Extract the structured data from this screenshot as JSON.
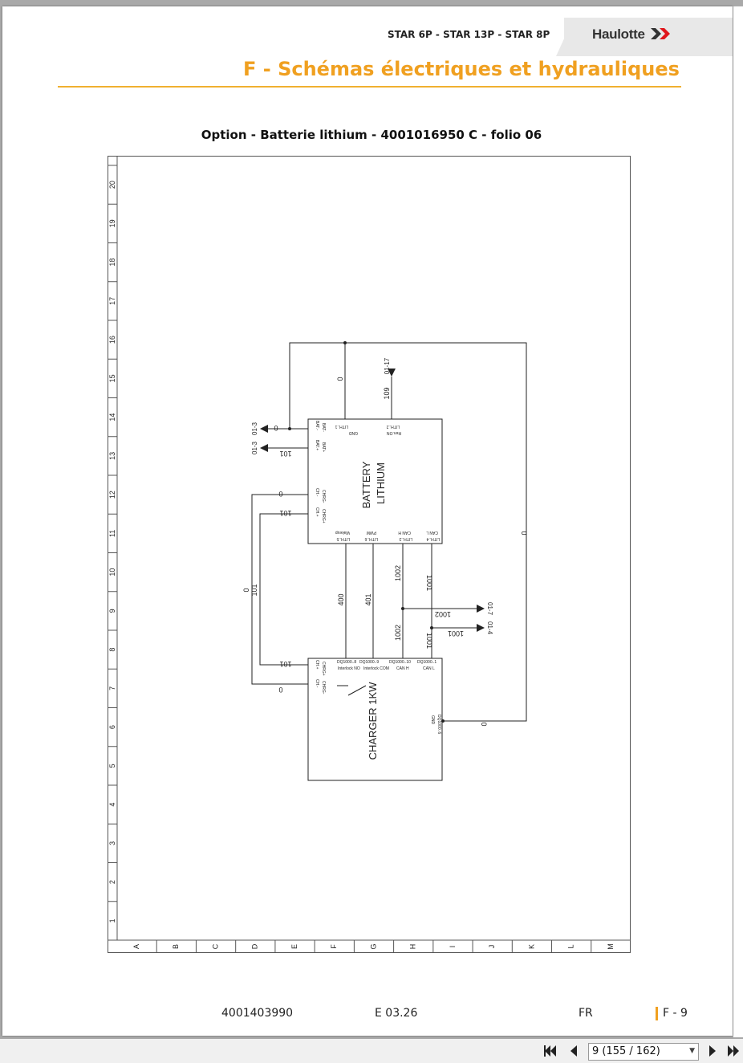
{
  "header": {
    "models": "STAR 6P - STAR 13P - STAR 8P",
    "logo_text": "Haulotte",
    "title": "F - Schémas électriques et hydrauliques"
  },
  "subtitle": "Option  -  Batterie lithium  -  4001016950 C - folio 06",
  "schematic": {
    "row_labels": [
      "1",
      "2",
      "3",
      "4",
      "5",
      "6",
      "7",
      "8",
      "9",
      "10",
      "11",
      "12",
      "13",
      "14",
      "15",
      "16",
      "17",
      "18",
      "19",
      "20"
    ],
    "col_labels": [
      "A",
      "B",
      "C",
      "D",
      "E",
      "F",
      "G",
      "H",
      "I",
      "J",
      "K",
      "L",
      "M"
    ],
    "battery": {
      "label_line1": "BATTERY",
      "label_line2": "LITHIUM",
      "pins_top": [
        {
          "pin": "LITH..1",
          "sub": "GND"
        },
        {
          "pin": "LITH..2",
          "sub": "Ren.ON"
        }
      ],
      "pins_left": [
        {
          "pin": "BAT.-",
          "sub": "BAT-"
        },
        {
          "pin": "BAT.+",
          "sub": "BAT+"
        },
        {
          "pin": "CH.-",
          "sub": "CHRG-"
        },
        {
          "pin": "CH.+",
          "sub": "CHRG+"
        }
      ],
      "pins_bottom": [
        {
          "pin": "LITH..5",
          "sub": "Wakeup"
        },
        {
          "pin": "LITH..6",
          "sub": "PWM"
        },
        {
          "pin": "LITH..3",
          "sub": "CAN H"
        },
        {
          "pin": "LITH..4",
          "sub": "CAN L"
        }
      ]
    },
    "charger": {
      "label": "CHARGER 1KW",
      "pins_top": [
        {
          "pin": "DQ1000..8",
          "sub": "Interlock NO"
        },
        {
          "pin": "DQ1000..9",
          "sub": "Interlock COM"
        },
        {
          "pin": "DQ1000..10",
          "sub": "CAN H"
        },
        {
          "pin": "DQ1000..1",
          "sub": "CAN L"
        }
      ],
      "pins_left": [
        {
          "pin": "CH.+",
          "sub": "CHRG+"
        },
        {
          "pin": "CH.-",
          "sub": "CHRG-"
        }
      ],
      "pin_right": {
        "pin": "DQ1000..6",
        "sub": "GND"
      }
    },
    "wires": {
      "w0": "0",
      "w101": "101",
      "w109": "109",
      "w400": "400",
      "w401": "401",
      "w1001": "1001",
      "w1002": "1002"
    },
    "refs": {
      "r01_3a": "01-3",
      "r01_3b": "01-3",
      "r01_17": "01-17",
      "r01_7": "01-7",
      "r01_4": "01-4"
    }
  },
  "footer": {
    "doc_number": "4001403990",
    "edition": "E 03.26",
    "language": "FR",
    "page_label": "F - 9"
  },
  "viewer": {
    "page_select": "9 (155 / 162)",
    "first_icon": "skip-first-icon",
    "prev_icon": "prev-icon",
    "next_icon": "next-icon",
    "last_icon": "skip-last-icon"
  }
}
